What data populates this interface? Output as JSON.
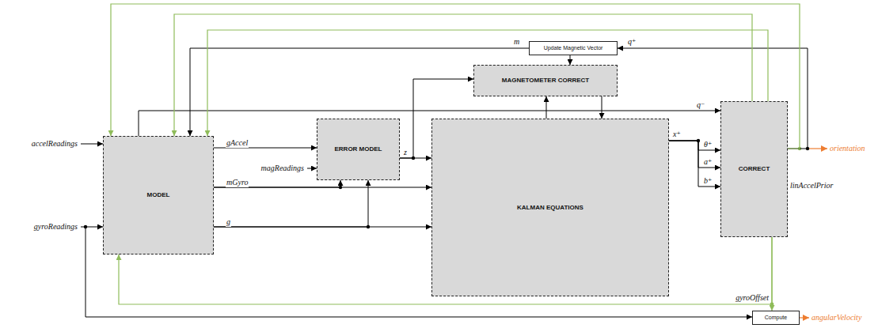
{
  "diagram": {
    "nodes": [
      {
        "text": [
          "Update Magnetic Vector"
        ]
      },
      {
        "text": [
          "MAGNETOMETER CORRECT"
        ]
      },
      {
        "text": [
          "MODEL"
        ]
      },
      {
        "text": [
          "ERROR MODEL"
        ]
      },
      {
        "text": [
          "KALMAN EQUATIONS"
        ]
      },
      {
        "text": [
          "CORRECT"
        ]
      },
      {
        "text": [
          "Compute"
        ]
      }
    ],
    "edges": [
      {
        "from": 2,
        "to": 3,
        "label": "gAccel",
        "arrow": "to"
      },
      {
        "from": 2,
        "to": 4,
        "label": "mGyro",
        "arrow": "to"
      },
      {
        "from": 2,
        "to": 3,
        "arrow": "to"
      },
      {
        "from": 2,
        "to": 4,
        "label": "g",
        "arrow": "to"
      },
      {
        "from": 2,
        "to": 3,
        "arrow": "to"
      },
      {
        "from": 3,
        "to": 4,
        "label": "z",
        "arrow": "to"
      },
      {
        "from": 3,
        "to": 1,
        "arrow": "to"
      },
      {
        "from": 4,
        "to": 1,
        "arrow": "to"
      },
      {
        "from": 1,
        "to": 4,
        "arrow": "to"
      },
      {
        "from": 2,
        "to": 5,
        "label": "q⁻",
        "arrow": "to"
      },
      {
        "from": 4,
        "to": 5,
        "label": "θ⁺",
        "arrow": "to"
      },
      {
        "from": 4,
        "to": 5,
        "label": "a⁺",
        "arrow": "to"
      },
      {
        "from": 4,
        "to": 5,
        "label": "b⁺",
        "arrow": "to"
      },
      {
        "from": 5,
        "to": 0,
        "label": "q⁺",
        "arrow": "to"
      },
      {
        "from": 0,
        "to": 2,
        "label": "m",
        "arrow": "to"
      },
      {
        "from": 5,
        "to": 2,
        "arrow": "to"
      },
      {
        "from": 5,
        "to": 2,
        "arrow": "to"
      },
      {
        "from": 5,
        "to": 2,
        "arrow": "to"
      },
      {
        "from": 5,
        "to": 2,
        "arrow": "to"
      },
      {
        "from": 5,
        "to": 6,
        "label": "gyroOffset",
        "arrow": "to"
      },
      {
        "from": 0,
        "to": 1,
        "arrow": "to"
      }
    ],
    "labels": [
      "accelReadings",
      "gyroReadings",
      "magReadings",
      "x⁺",
      "orientation",
      "linAccelPrior",
      "angularVelocity"
    ]
  }
}
